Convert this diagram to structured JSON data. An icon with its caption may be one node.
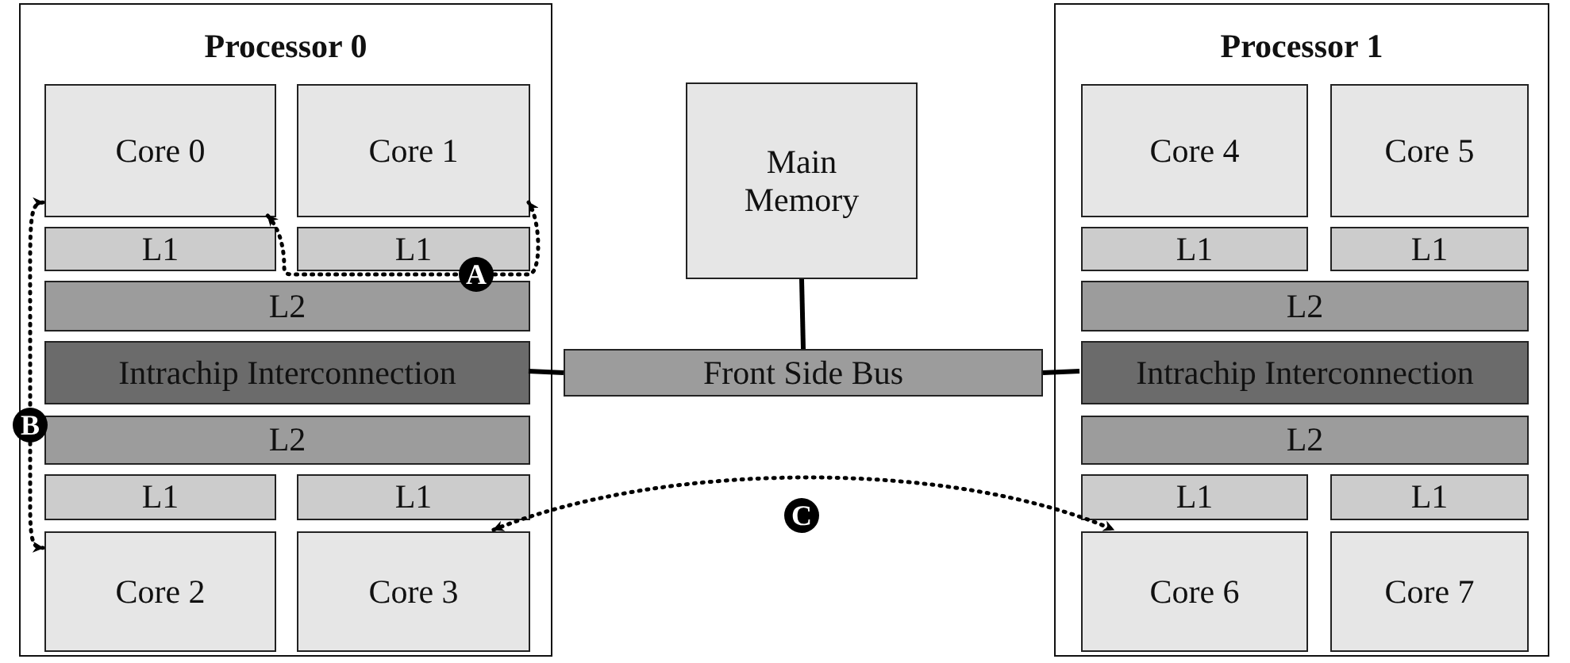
{
  "diagram": {
    "nodes": [
      {
        "text": [
          "Processor 0"
        ]
      },
      {
        "text": [
          "Core 0"
        ],
        "in": 0
      },
      {
        "text": [
          "Core 1"
        ],
        "in": 0
      },
      {
        "text": [
          "L1"
        ],
        "in": 0
      },
      {
        "text": [
          "L1"
        ],
        "in": 0
      },
      {
        "text": [
          "L2"
        ],
        "in": 0
      },
      {
        "text": [
          "Intrachip Interconnection"
        ],
        "in": 0
      },
      {
        "text": [
          "L2"
        ],
        "in": 0
      },
      {
        "text": [
          "L1"
        ],
        "in": 0
      },
      {
        "text": [
          "L1"
        ],
        "in": 0
      },
      {
        "text": [
          "Core 2"
        ],
        "in": 0
      },
      {
        "text": [
          "Core 3"
        ],
        "in": 0
      },
      {
        "text": [
          "Main Memory"
        ]
      },
      {
        "text": [
          "Front Side Bus"
        ]
      },
      {
        "text": [
          "Processor 1"
        ]
      },
      {
        "text": [
          "Core 4"
        ],
        "in": 14
      },
      {
        "text": [
          "Core 5"
        ],
        "in": 14
      },
      {
        "text": [
          "L1"
        ],
        "in": 14
      },
      {
        "text": [
          "L1"
        ],
        "in": 14
      },
      {
        "text": [
          "L2"
        ],
        "in": 14
      },
      {
        "text": [
          "Intrachip Interconnection"
        ],
        "in": 14
      },
      {
        "text": [
          "L2"
        ],
        "in": 14
      },
      {
        "text": [
          "L1"
        ],
        "in": 14
      },
      {
        "text": [
          "L1"
        ],
        "in": 14
      },
      {
        "text": [
          "Core 6"
        ],
        "in": 14
      },
      {
        "text": [
          "Core 7"
        ],
        "in": 14
      }
    ],
    "edges": [
      {
        "from": 1,
        "to": 2,
        "arrow": "both",
        "label": "A",
        "style": "dashed"
      },
      {
        "from": 1,
        "to": 10,
        "arrow": "both",
        "label": "B",
        "style": "dashed"
      },
      {
        "from": 11,
        "to": 24,
        "arrow": "both",
        "label": "C",
        "style": "dashed"
      },
      {
        "from": 12,
        "to": 13,
        "arrow": "none"
      },
      {
        "from": 6,
        "to": 13,
        "arrow": "none"
      },
      {
        "from": 13,
        "to": 20,
        "arrow": "none"
      }
    ]
  }
}
